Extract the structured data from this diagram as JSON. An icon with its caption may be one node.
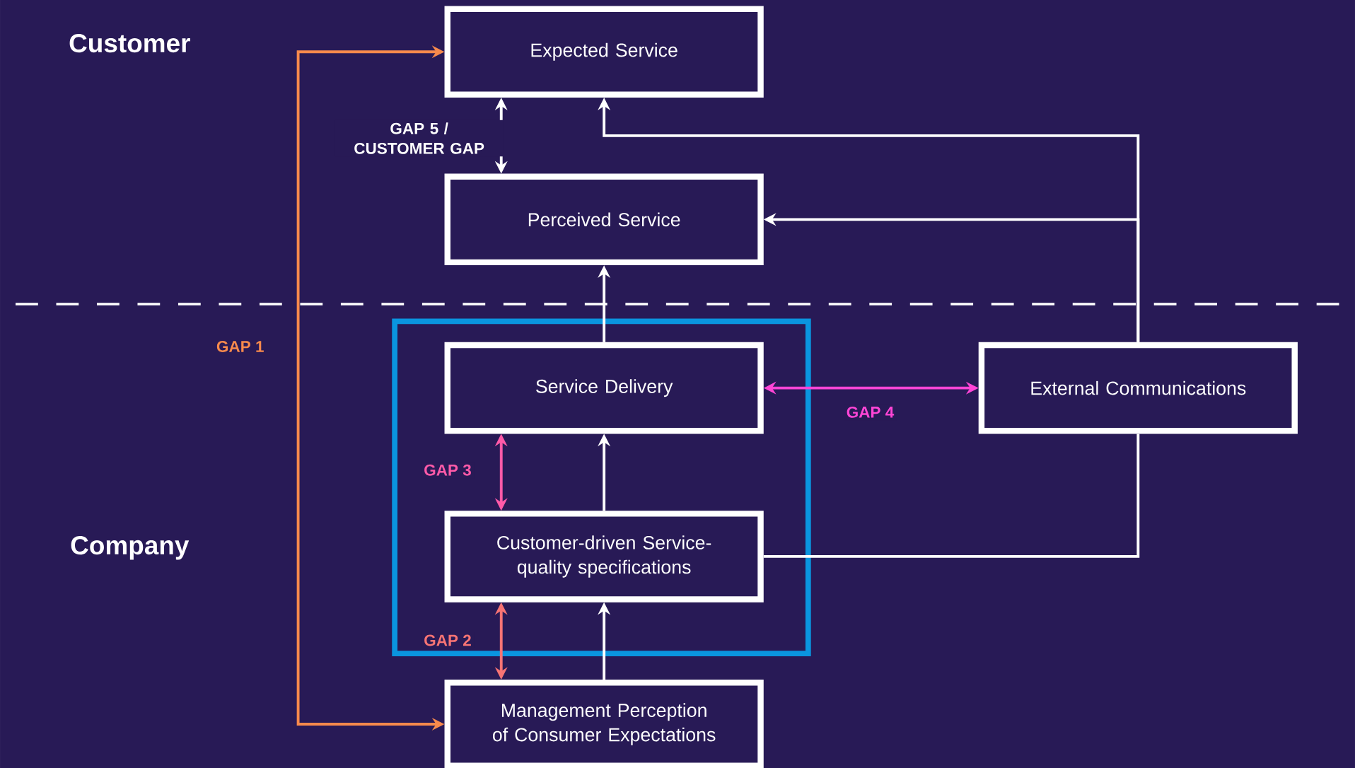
{
  "diagram": {
    "nodes": [
      {
        "text": [
          "Expected Service"
        ]
      },
      {
        "text": [
          "Perceived Service"
        ]
      },
      {
        "text": [],
        "shape": "box"
      },
      {
        "text": [
          "Service Delivery"
        ],
        "in": 2
      },
      {
        "text": [
          "Customer-driven Service-quality specifications"
        ],
        "in": 2
      },
      {
        "text": [
          "External Communications"
        ]
      },
      {
        "text": [
          "Management Perception of Consumer Expectations"
        ]
      }
    ],
    "edges": [
      {
        "from": 0,
        "to": 1,
        "arrow": "both",
        "label": "GAP 5 / CUSTOMER GAP"
      },
      {
        "from": 3,
        "to": 1,
        "arrow": "to"
      },
      {
        "from": 4,
        "to": 3,
        "arrow": "to"
      },
      {
        "from": 6,
        "to": 4,
        "arrow": "to"
      },
      {
        "from": 4,
        "to": 3,
        "arrow": "both",
        "label": "GAP 3",
        "color": "#ff5aa8"
      },
      {
        "from": 6,
        "to": 4,
        "arrow": "both",
        "label": "GAP 2",
        "color": "#f77474"
      },
      {
        "from": 3,
        "to": 5,
        "arrow": "both",
        "label": "GAP 4",
        "color": "#ff45d6"
      },
      {
        "from": 5,
        "to": 0,
        "arrow": "to"
      },
      {
        "from": 5,
        "to": 1,
        "arrow": "to"
      },
      {
        "from": 4,
        "to": 5,
        "arrow": "none"
      },
      {
        "from": 6,
        "to": 0,
        "arrow": "both",
        "label": "GAP 1",
        "color": "#f78a4c"
      }
    ],
    "labels": [
      "Customer",
      "Company"
    ]
  }
}
